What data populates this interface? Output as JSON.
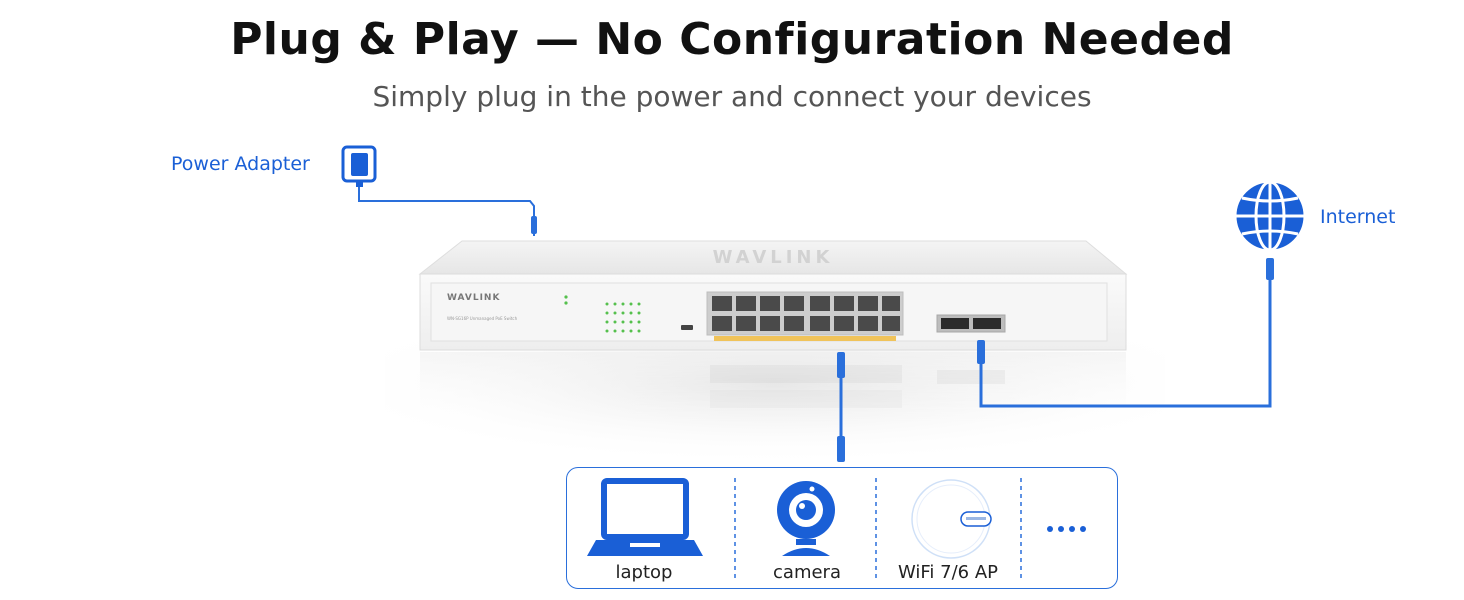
{
  "header": {
    "title": "Plug & Play — No Configuration Needed",
    "subtitle": "Simply plug in the power and connect your devices"
  },
  "labels": {
    "power_adapter": "Power Adapter",
    "internet": "Internet"
  },
  "switch": {
    "brand": "WAVLINK",
    "model_text": "WN-SG16P Unmanaged PoE Switch"
  },
  "devices": [
    {
      "label": "laptop",
      "icon": "laptop-icon"
    },
    {
      "label": "camera",
      "icon": "camera-icon"
    },
    {
      "label": "WiFi 7/6 AP",
      "icon": "access-point-icon"
    },
    {
      "label": "",
      "icon": "more-icon"
    }
  ],
  "colors": {
    "accent": "#1a5fd6",
    "cable": "#2a6fdb",
    "title": "#111111",
    "subtitle": "#555555"
  }
}
